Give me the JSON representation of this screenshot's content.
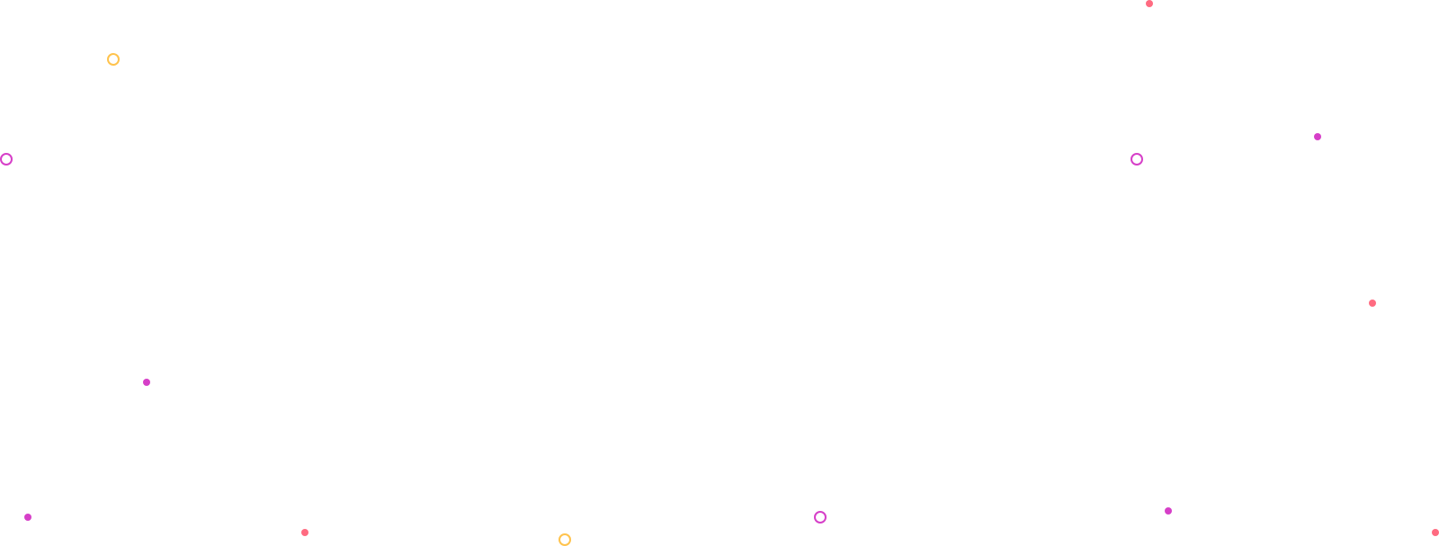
{
  "colors": {
    "pink": "#ff6b81",
    "magenta": "#d63fc8",
    "amber": "#ffc34d",
    "background": "#ffffff"
  },
  "decorations": [
    {
      "kind": "dot",
      "color": "pink"
    },
    {
      "kind": "ring",
      "color": "amber"
    },
    {
      "kind": "ring",
      "color": "magenta"
    },
    {
      "kind": "ring",
      "color": "magenta"
    },
    {
      "kind": "dot",
      "color": "magenta"
    },
    {
      "kind": "dot",
      "color": "pink"
    },
    {
      "kind": "dot",
      "color": "magenta"
    },
    {
      "kind": "dot",
      "color": "magenta"
    },
    {
      "kind": "dot",
      "color": "pink"
    },
    {
      "kind": "ring",
      "color": "amber"
    },
    {
      "kind": "ring",
      "color": "magenta"
    },
    {
      "kind": "dot",
      "color": "magenta"
    },
    {
      "kind": "dot",
      "color": "pink"
    }
  ]
}
